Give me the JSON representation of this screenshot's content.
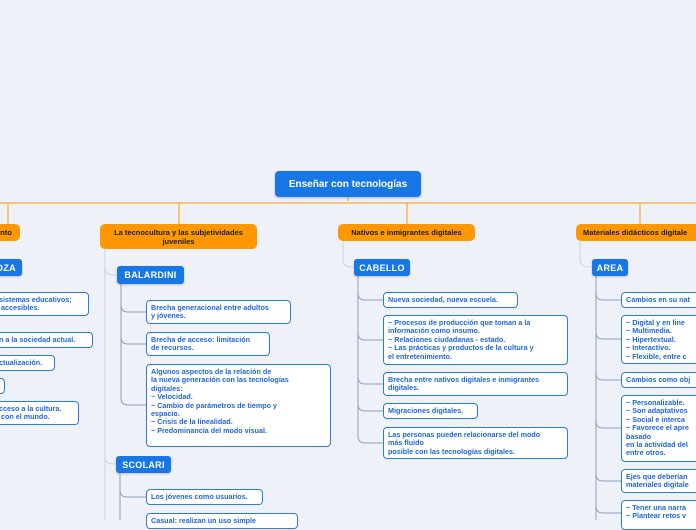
{
  "colors": {
    "background": "#eff1f8",
    "root": "#1877e6",
    "category": "#ff9800",
    "author": "#1877e6",
    "leaf_text": "#1f67d6",
    "connector": "#ff9800"
  },
  "root": {
    "label": "Enseñar con tecnologías"
  },
  "categories": [
    {
      "label": "nto"
    },
    {
      "label": "La tecnocultura y las subjetividades\njuveniles"
    },
    {
      "label": "Nativos e inmigrantes digitales"
    },
    {
      "label": "Materiales didácticos digitale"
    }
  ],
  "col0": {
    "author": "OZA",
    "leaves": [
      "sistemas educativos;\n accesibles.",
      "n a la sociedad actual.",
      "ctualización.",
      "",
      "cceso a la cultura.\n con el mundo."
    ]
  },
  "col1": {
    "authors": [
      {
        "label": "BALARDINI",
        "leaves": [
          "Brecha generacional entre adultos\ny jóvenes.",
          "Brecha de acceso: limitación\nde recursos.",
          "Algunos aspectos de la relación de\nla nueva generación con las tecnologías\ndigitales:\n~ Velocidad.\n~ Cambio de parámetros de tiempo y\nespacio.\n~ Crisis de la linealidad.\n~ Predominancia del modo visual."
        ]
      },
      {
        "label": "SCOLARI",
        "leaves": [
          "Los jóvenes como usuarios.",
          "Casual: realizan un uso simple"
        ]
      }
    ]
  },
  "col2": {
    "author": "CABELLO",
    "leaves": [
      "Nueva sociedad, nueva escuela.",
      "~ Procesos de producción que toman a la\ninformación como insumo.\n~ Relaciones ciudadanas - estado.\n~ Las prácticas y productos de la cultura y\nel entretenimiento.",
      "Brecha entre nativos digitales e inmigrantes\ndigitales.",
      "Migraciones digitales.",
      "Las personas pueden relacionarse del modo\nmás fluido\nposible con las tecnologías digitales."
    ]
  },
  "col3": {
    "author": "AREA",
    "leaves": [
      "Cambios en su nat",
      "~ Digital y en line\n~ Multimedia.\n~ Hipertextual.\n~ Interactivo.\n~ Flexible, entre c",
      "Cambios como obj",
      "~ Personalizable.\n~ Son adaptativos\n~ Social e interca\n~ Favorece el apre\nbasado\nen la actividad del\nentre otros.",
      "Ejes que deberían\nmateriales digitale",
      "~ Tener una narra\n~ Plantear retos v"
    ]
  }
}
